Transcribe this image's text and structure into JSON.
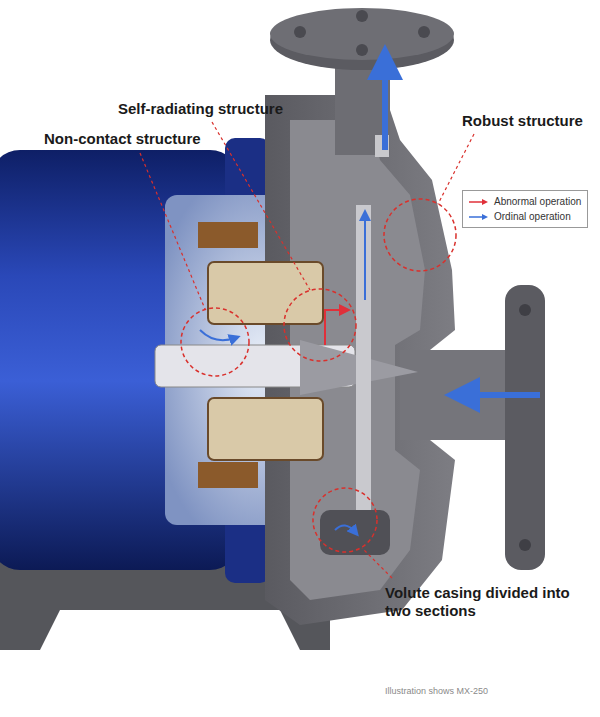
{
  "diagram": {
    "caption": "Illustration shows MX-250",
    "labels": [
      "Self-radiating structure",
      "Non-contact structure",
      "Robust structure",
      "Volute casing divided into two sections"
    ],
    "legend": [
      {
        "text": "Abnormal operation"
      },
      {
        "text": "Ordinal operation"
      }
    ]
  }
}
